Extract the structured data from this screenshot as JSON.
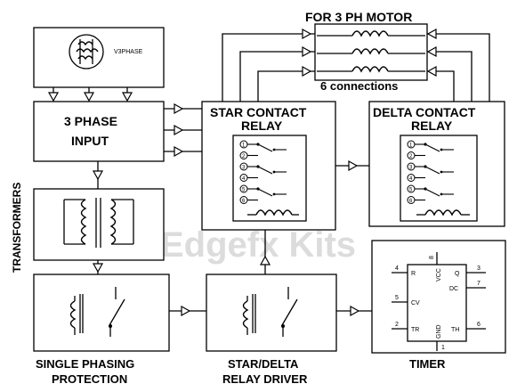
{
  "labels": {
    "motor_title": "FOR 3 PH MOTOR",
    "motor_connections": "6 connections",
    "v3phase": "V3PHASE",
    "input_line1": "3 PHASE",
    "input_line2": "INPUT",
    "star_line1": "STAR CONTACT",
    "star_line2": "RELAY",
    "delta_line1": "DELTA CONTACT",
    "delta_line2": "RELAY",
    "transformers": "TRANSFORMERS",
    "watermark": "Edgefx Kits",
    "single_line1": "SINGLE PHASING",
    "single_line2": "PROTECTION",
    "driver_line1": "STAR/DELTA",
    "driver_line2": "RELAY DRIVER",
    "timer": "TIMER"
  },
  "timer_pins": {
    "p8": "8",
    "vcc": "VCC",
    "p4": "4",
    "r": "R",
    "p3": "3",
    "q": "Q",
    "p7": "7",
    "dc": "DC",
    "p5": "5",
    "cv": "CV",
    "p2": "2",
    "tr": "TR",
    "p6": "6",
    "th": "TH",
    "p1": "1",
    "gnd": "GND"
  },
  "star_relay_contacts": [
    "1",
    "2",
    "3",
    "4",
    "5",
    "6"
  ],
  "delta_relay_contacts": [
    "1",
    "2",
    "3",
    "4",
    "5",
    "6"
  ]
}
